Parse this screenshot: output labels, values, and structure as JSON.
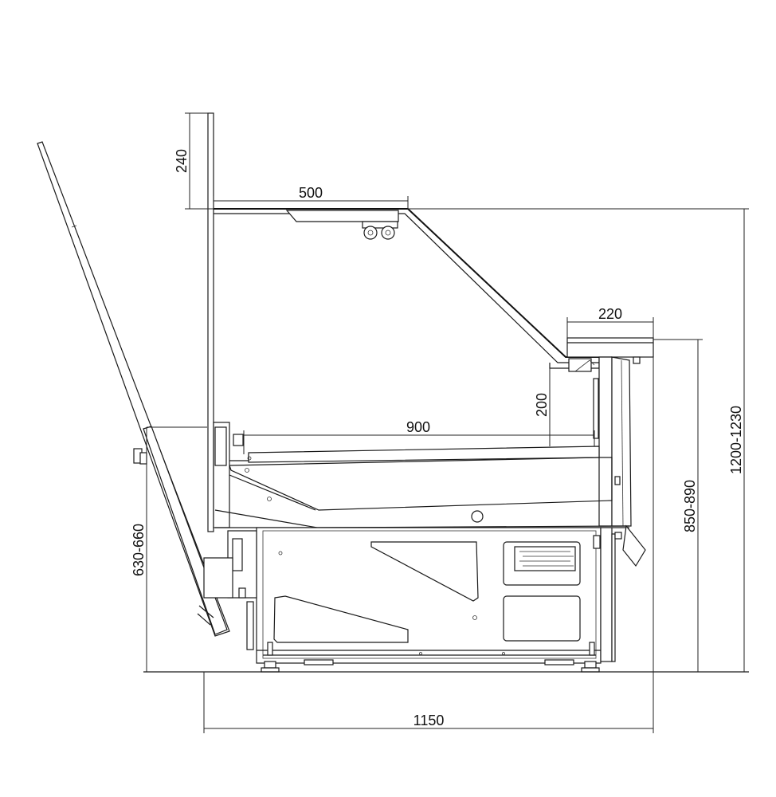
{
  "dimensions": {
    "top_height": "240",
    "top_depth": "500",
    "shelf_depth": "220",
    "total_height": "1200-1230",
    "counter_height": "850-890",
    "display_depth": "900",
    "display_height": "200",
    "door_height": "630-660",
    "total_depth": "1150"
  }
}
